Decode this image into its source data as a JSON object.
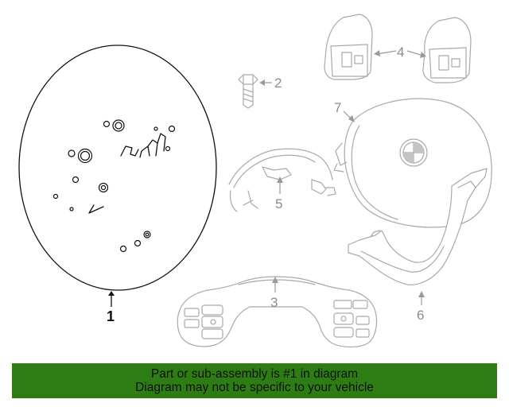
{
  "diagram": {
    "callouts": [
      "1",
      "2",
      "3",
      "4",
      "5",
      "6",
      "7"
    ],
    "colors": {
      "highlighted_part": "#111111",
      "other_parts": "#a9a9a9",
      "banner_background": "#2e7d14",
      "banner_text": "#111111"
    }
  },
  "banner": {
    "line1": "Part or sub-assembly is #1 in diagram",
    "line2": "Diagram may not be specific to your vehicle"
  }
}
